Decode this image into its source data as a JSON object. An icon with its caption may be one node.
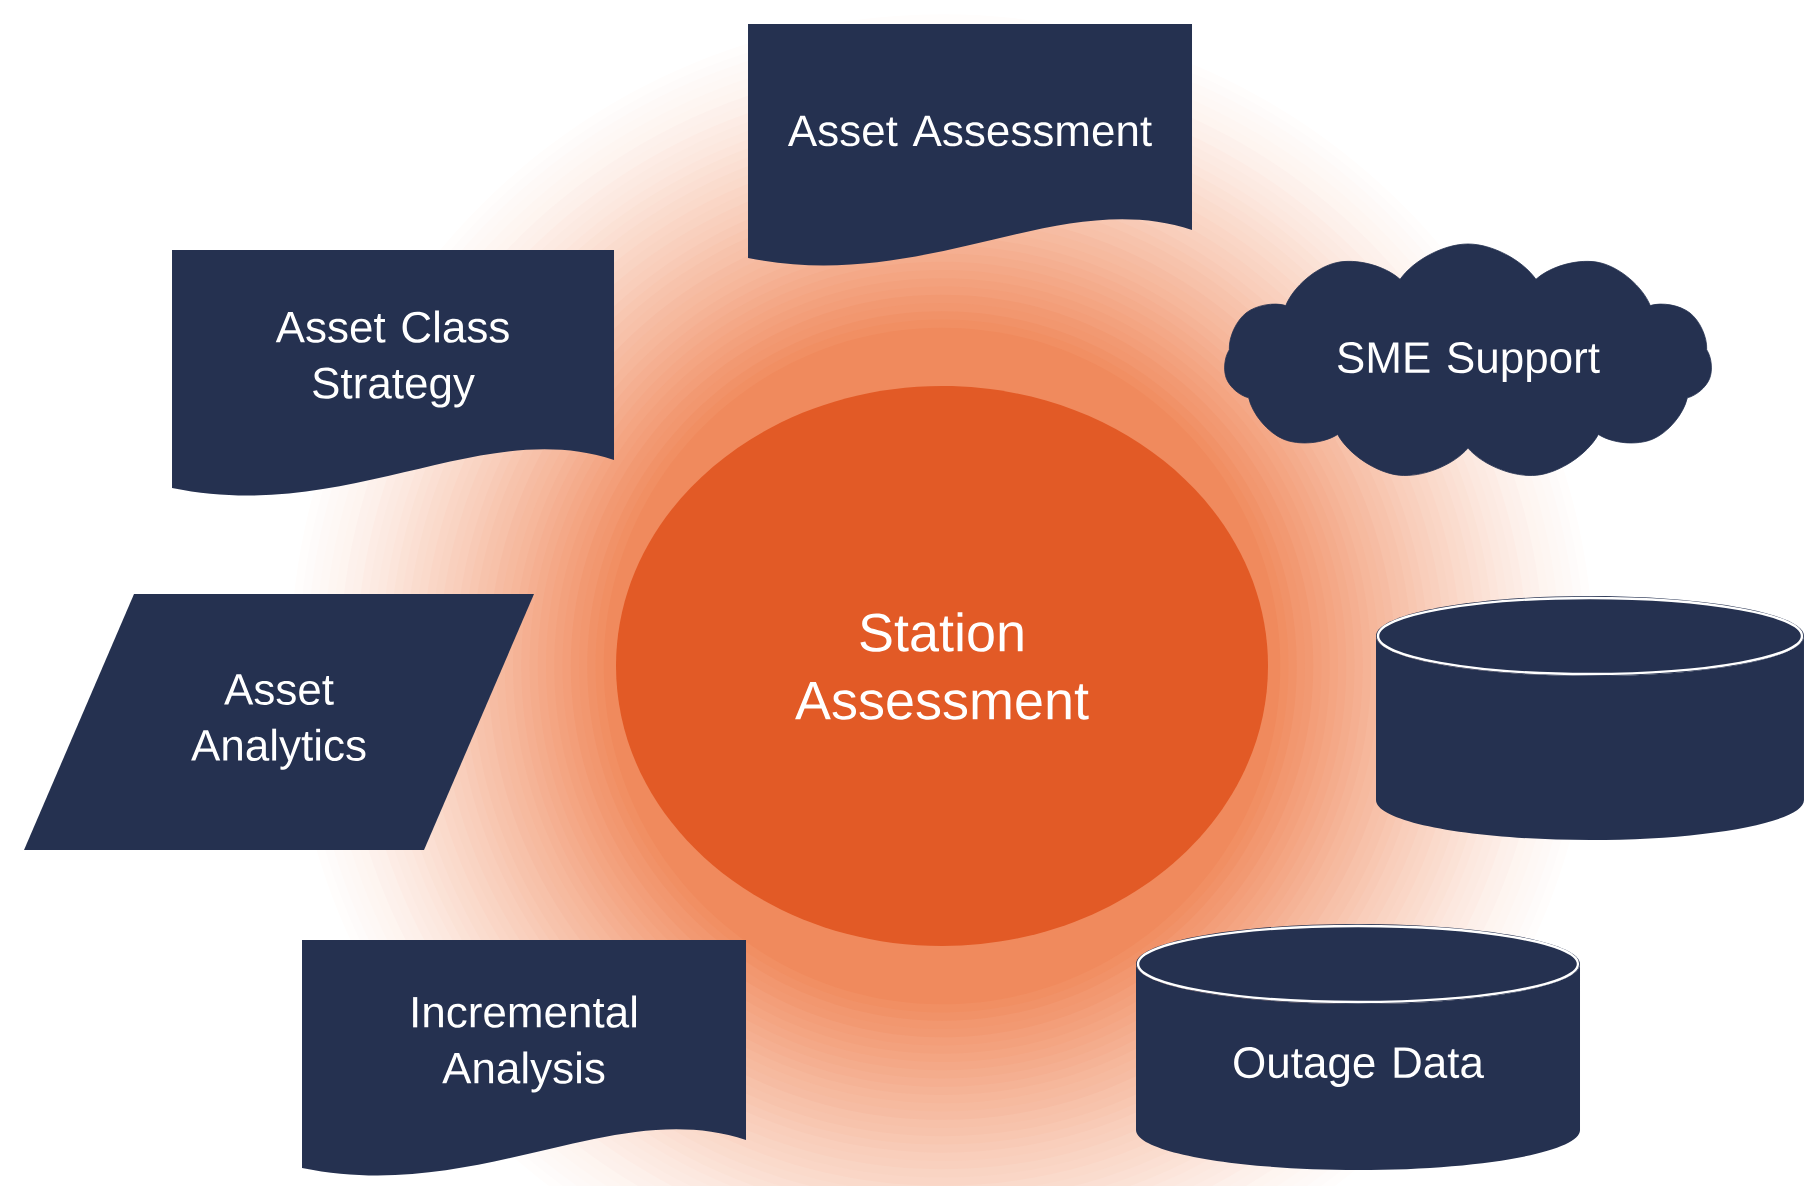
{
  "diagram": {
    "nodes": [
      {
        "text": [
          "Station Assessment"
        ]
      },
      {
        "text": [
          "Asset Assessment"
        ]
      },
      {
        "text": [
          "Asset Class Strategy"
        ]
      },
      {
        "text": [
          "SME Support"
        ]
      },
      {
        "text": [
          "Asset Analytics"
        ]
      },
      {
        "text": [],
        "shape": "cylinder"
      },
      {
        "text": [
          "Incremental Analysis"
        ]
      },
      {
        "text": [
          "Outage Data"
        ]
      }
    ]
  }
}
